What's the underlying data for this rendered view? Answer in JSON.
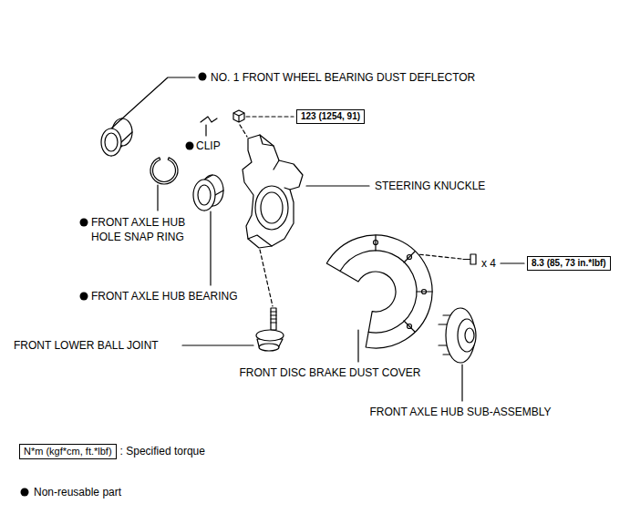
{
  "diagram": {
    "nodes": [
      {
        "text": [
          "123 (1254, 91)"
        ]
      },
      {
        "text": [
          "8.3 (85, 73 in.*lbf)"
        ]
      },
      {
        "text": [
          "N*m (kgf*cm, ft.*lbf)"
        ]
      }
    ],
    "labels": [
      "NO. 1 FRONT WHEEL BEARING DUST DEFLECTOR",
      "CLIP",
      "STEERING KNUCKLE",
      "FRONT AXLE HUB HOLE SNAP RING",
      "FRONT AXLE HUB BEARING",
      "x 4",
      "FRONT LOWER BALL JOINT",
      "FRONT DISC BRAKE DUST COVER",
      "FRONT AXLE HUB SUB-ASSEMBLY"
    ],
    "legend": [
      {
        "text": ": Specified torque"
      },
      {
        "text": "Non-reusable part"
      }
    ]
  }
}
